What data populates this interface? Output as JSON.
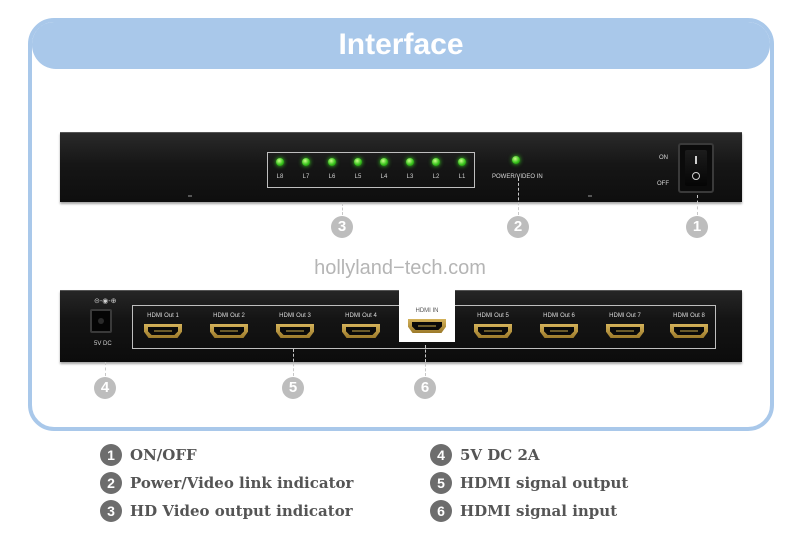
{
  "header": {
    "title": "Interface"
  },
  "front_panel": {
    "leds": [
      {
        "label": "L8"
      },
      {
        "label": "L7"
      },
      {
        "label": "L6"
      },
      {
        "label": "L5"
      },
      {
        "label": "L4"
      },
      {
        "label": "L3"
      },
      {
        "label": "L2"
      },
      {
        "label": "L1"
      }
    ],
    "power_label": "POWER/VIDEO IN",
    "switch_on": "ON",
    "switch_off": "OFF"
  },
  "back_panel": {
    "dc_symbol": "⊝-◉-⊕",
    "dc_label": "5V DC",
    "ports": [
      {
        "label": "HDMI Out 1"
      },
      {
        "label": "HDMI Out 2"
      },
      {
        "label": "HDMI Out 3"
      },
      {
        "label": "HDMI Out 4"
      },
      {
        "label": "HDMI IN"
      },
      {
        "label": "HDMI Out 5"
      },
      {
        "label": "HDMI Out 6"
      },
      {
        "label": "HDMI Out 7"
      },
      {
        "label": "HDMI Out 8"
      }
    ]
  },
  "watermark": "hollyland−tech.com",
  "badges": {
    "b1": "1",
    "b2": "2",
    "b3": "3",
    "b4": "4",
    "b5": "5",
    "b6": "6"
  },
  "legend": [
    {
      "num": "1",
      "text": "ON/OFF"
    },
    {
      "num": "2",
      "text": "Power/Video link indicator"
    },
    {
      "num": "3",
      "text": "HD Video output indicator"
    },
    {
      "num": "4",
      "text": "5V DC 2A"
    },
    {
      "num": "5",
      "text": "HDMI signal output"
    },
    {
      "num": "6",
      "text": "HDMI signal input"
    }
  ],
  "colors": {
    "frame": "#a9c8ea",
    "led_green": "#36c21b",
    "badge_gray": "#bdbdbd",
    "legend_badge": "#6d6d6d",
    "hdmi_gold": "#c9a54a"
  }
}
